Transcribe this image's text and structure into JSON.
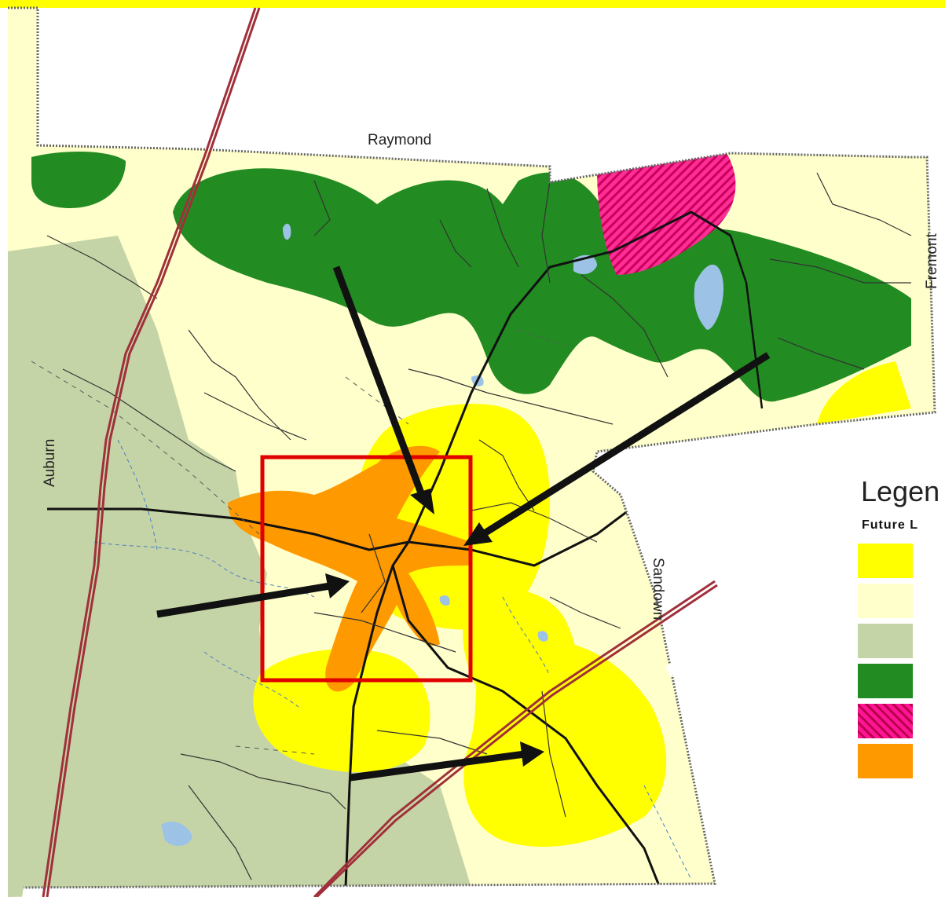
{
  "map": {
    "town_labels": {
      "raymond": "Raymond",
      "fremont": "Fremont",
      "auburn": "Auburn",
      "sandown": "Sandown"
    },
    "legend": {
      "title": "Legen",
      "subtitle": "Future L",
      "swatches": [
        {
          "color": "#ffff00",
          "pattern": "solid"
        },
        {
          "color": "#ffffcc",
          "pattern": "solid"
        },
        {
          "color": "#c5d4a6",
          "pattern": "solid"
        },
        {
          "color": "#228b22",
          "pattern": "solid"
        },
        {
          "color": "#ff1493",
          "pattern": "hatched"
        },
        {
          "color": "#ff9900",
          "pattern": "solid"
        }
      ]
    },
    "colors": {
      "frame": "#ffff00",
      "highlight_box": "#e00000",
      "arrows": "#111111",
      "railroad": "#a0303a",
      "water": "#9cc3e6"
    }
  }
}
